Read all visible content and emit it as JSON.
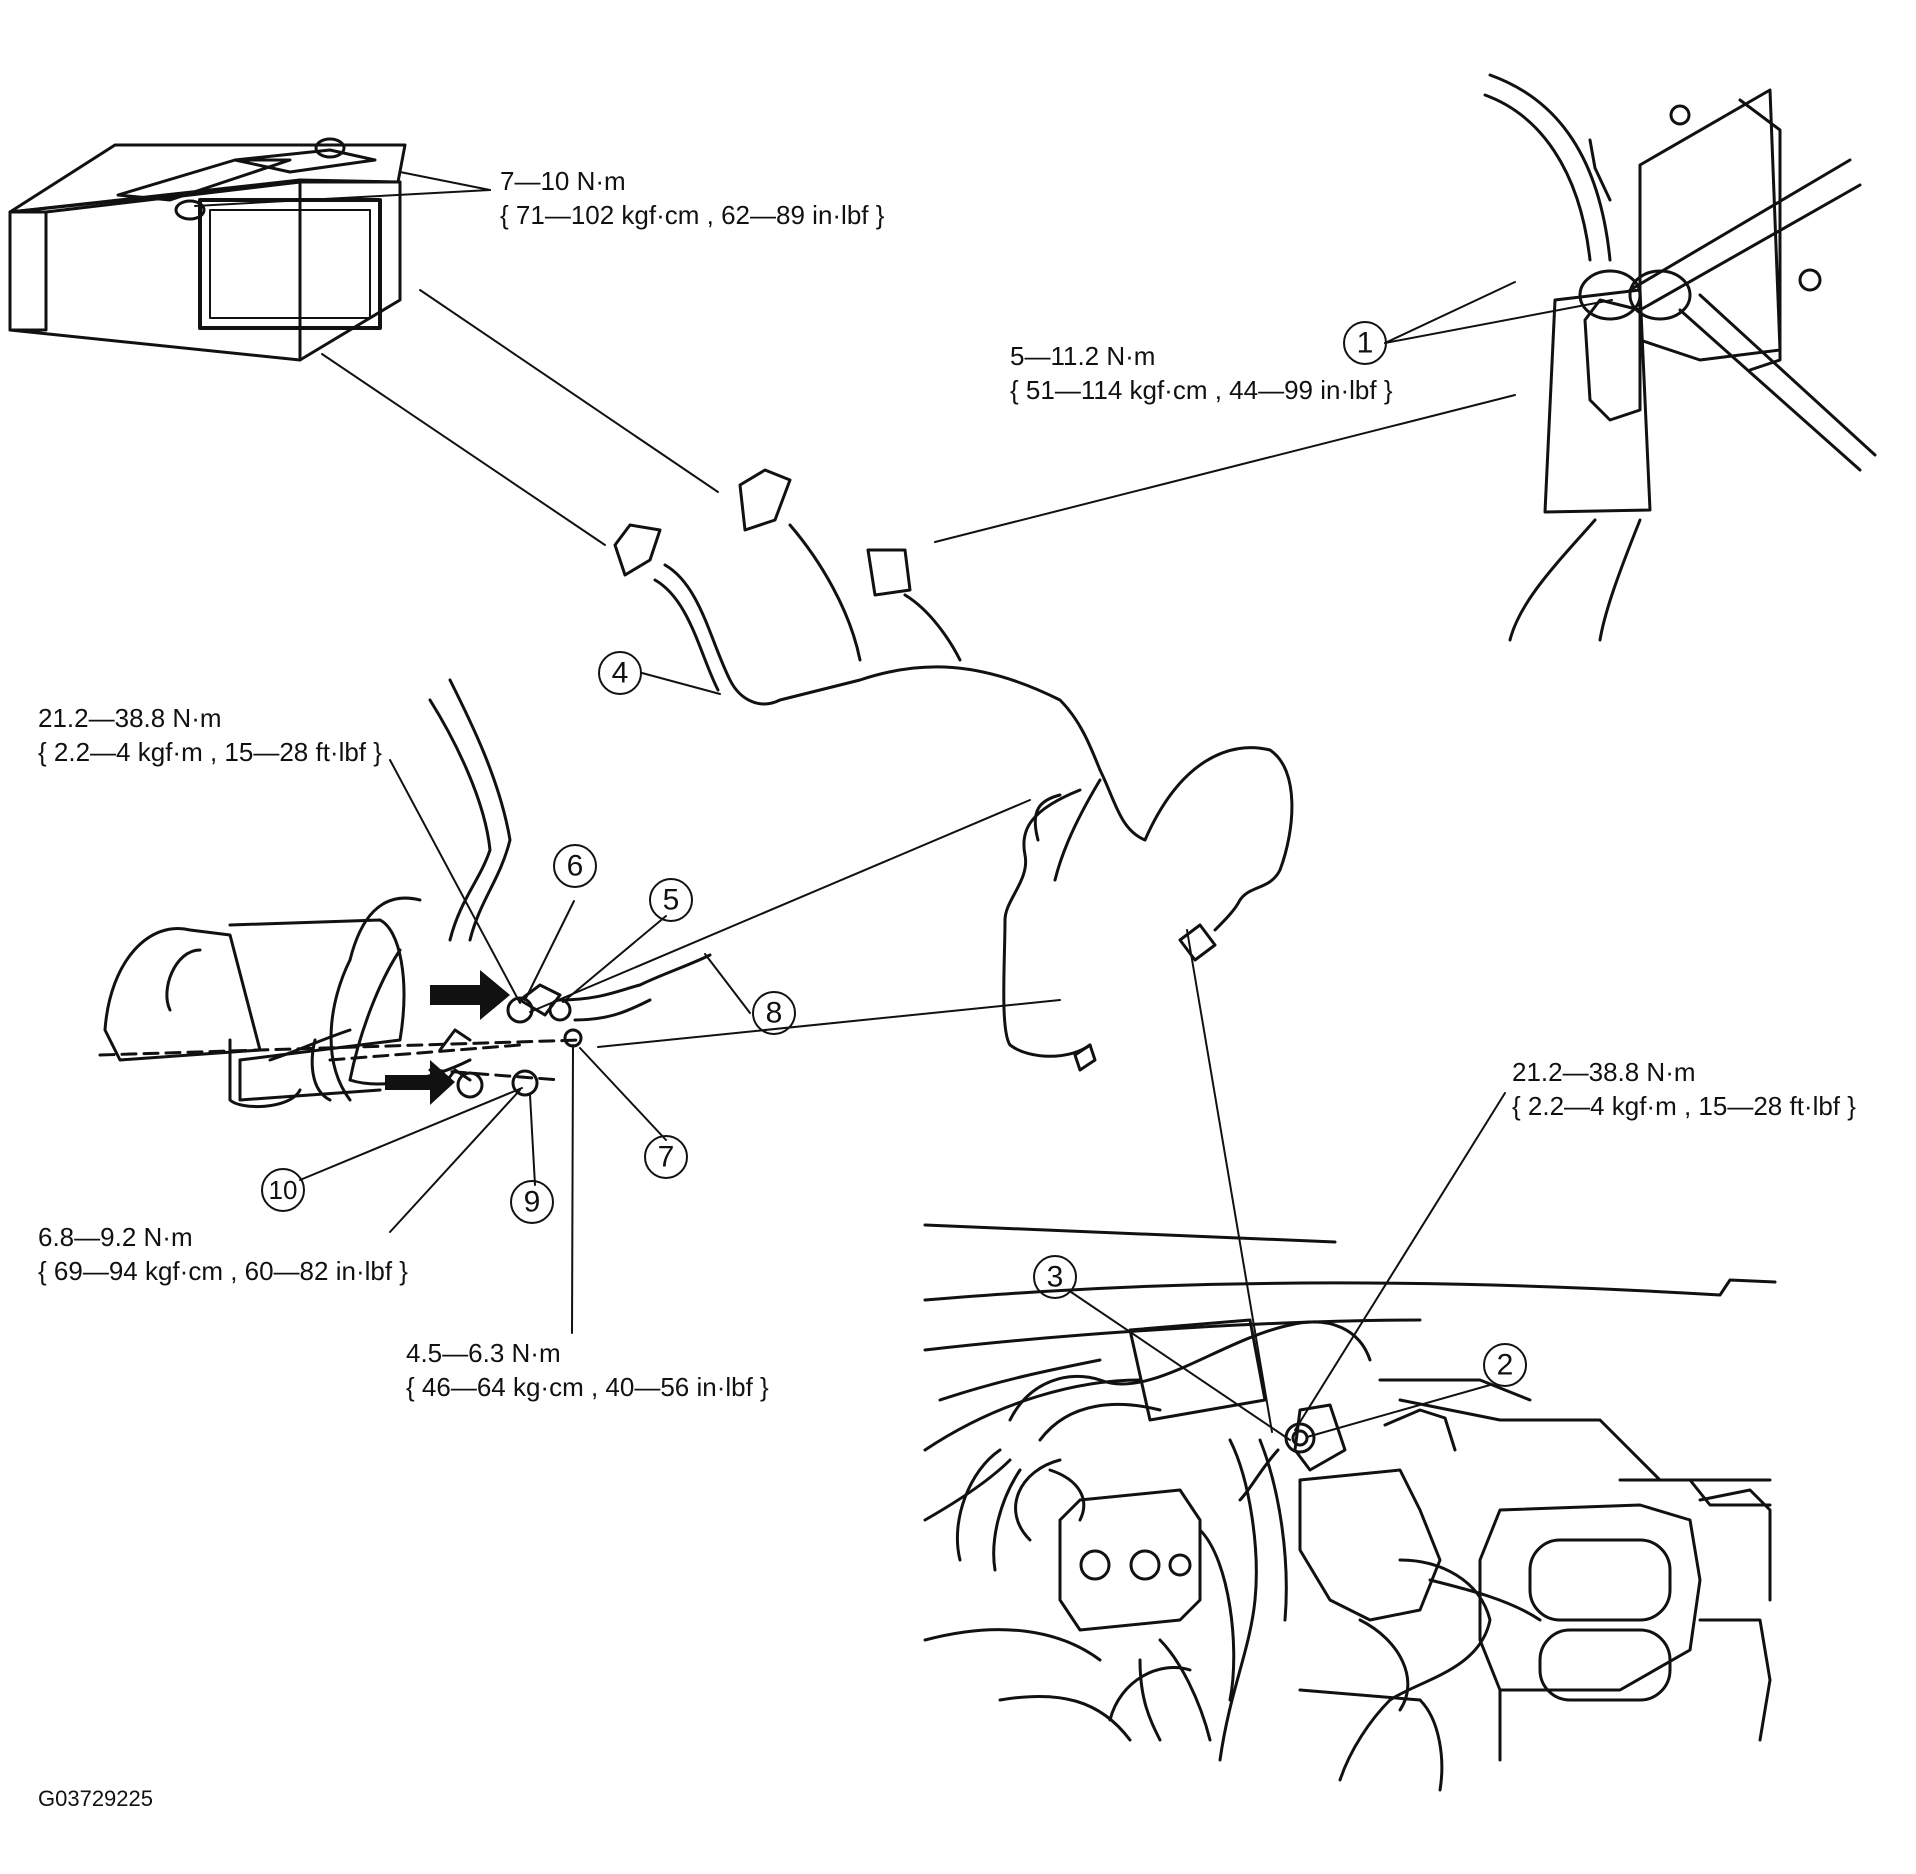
{
  "torque_specs": {
    "battery_terminals": {
      "line1": "7—10 N·m",
      "line2": "{ 71—102 kgf·cm , 62—89 in·lbf }"
    },
    "solenoid_nuts": {
      "line1": "5—11.2 N·m",
      "line2": "{ 51—114 kgf·cm , 44—99 in·lbf }"
    },
    "starter_b_terminal": {
      "line1": "21.2—38.8 N·m",
      "line2": "{ 2.2—4 kgf·m , 15—28 ft·lbf }"
    },
    "engine_ground": {
      "line1": "21.2—38.8 N·m",
      "line2": "{ 2.2—4 kgf·m , 15—28 ft·lbf }"
    },
    "starter_nut_9": {
      "line1": "6.8—9.2 N·m",
      "line2": "{ 69—94 kgf·cm , 60—82 in·lbf }"
    },
    "starter_nut_7": {
      "line1": "4.5—6.3 N·m",
      "line2": "{ 46—64 kg·cm , 40—56 in·lbf }"
    }
  },
  "callouts": [
    "1",
    "2",
    "3",
    "4",
    "5",
    "6",
    "7",
    "8",
    "9",
    "10"
  ],
  "figure_id": "G03729225",
  "colors": {
    "ink": "#111111",
    "background": "#ffffff"
  }
}
